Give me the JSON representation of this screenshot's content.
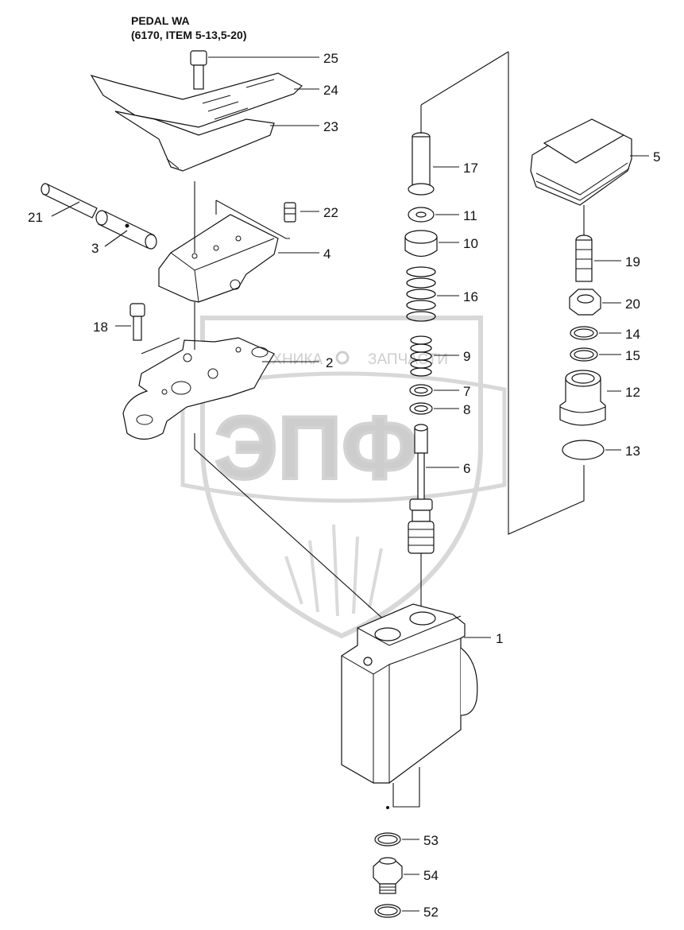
{
  "title": {
    "line1": "PEDAL WA",
    "line2": "(6170, ITEM 5-13,5-20)"
  },
  "watermark": {
    "small_left": "ТЕХНИКА",
    "small_right": "ЗАПЧАСТИ",
    "big": "ЭПФ"
  },
  "callouts": {
    "p25": "25",
    "p24": "24",
    "p23": "23",
    "p21": "21",
    "p22": "22",
    "p3": "3",
    "p4": "4",
    "p18": "18",
    "p2": "2",
    "p17": "17",
    "p11": "11",
    "p10": "10",
    "p16": "16",
    "p9": "9",
    "p7": "7",
    "p8": "8",
    "p6": "6",
    "p5": "5",
    "p19": "19",
    "p20": "20",
    "p14": "14",
    "p15": "15",
    "p12": "12",
    "p13": "13",
    "p1": "1",
    "p53": "53",
    "p54": "54",
    "p52": "52"
  }
}
